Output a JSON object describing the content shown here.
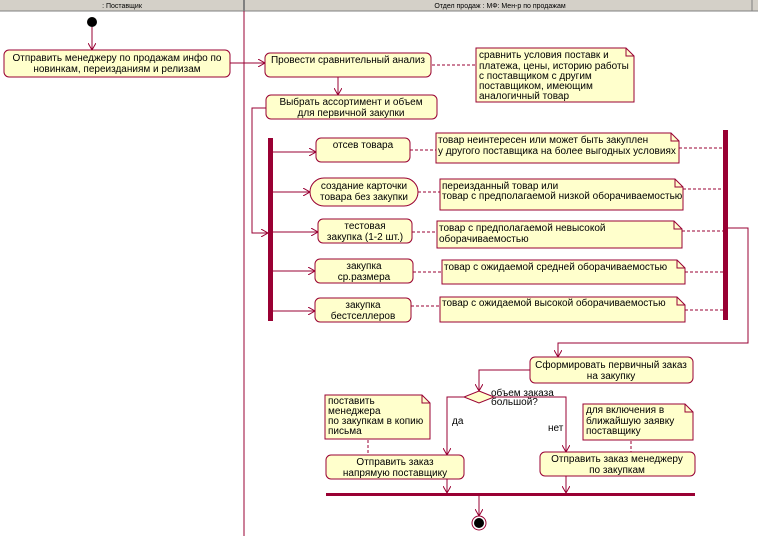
{
  "swimlanes": [
    {
      "label": ": Поставщик"
    },
    {
      "label": "Отдел продаж : МФ: Мен-р по продажам"
    }
  ],
  "colors": {
    "line": "#990033",
    "fill": "#ffffcc",
    "header": "#d4d0c8"
  },
  "activities": {
    "send_info": [
      "Отправить менеджеру по продажам инфо по",
      "новинкам, переизданиям и релизам"
    ],
    "analysis": [
      "Провести сравнительный анализ"
    ],
    "choose": [
      "Выбрать ассортимент и объем",
      "для первичной закупки"
    ],
    "screen": [
      "отсев товара"
    ],
    "card": [
      "создание карточки",
      "товара без закупки"
    ],
    "test": [
      "тестовая",
      "закупка (1-2 шт.)"
    ],
    "medium": [
      "закупка",
      "ср.размера"
    ],
    "best": [
      "закупка",
      "бестселлеров"
    ],
    "form": [
      "Сформировать первичный заказ",
      "на закупку"
    ],
    "direct": [
      "Отправить заказ",
      "напрямую поставщику"
    ],
    "to_manager": [
      "Отправить заказ менеджеру",
      "по закупкам"
    ]
  },
  "notes": {
    "analysis": [
      "сравнить условия поставк и",
      "платежа, цены, историю работы",
      "с поставщиком с другим",
      "поставщиком, имеющим",
      "аналогичный товар"
    ],
    "screen": [
      "товар неинтересен или может быть закуплен",
      "у другого поставщика на более выгодных условиях"
    ],
    "card": [
      "переизданный товар или",
      "товар с предполагаемой низкой оборачиваемостью"
    ],
    "test": [
      "товар с предполагаемой невысокой",
      "оборачиваемостью"
    ],
    "medium": [
      "товар с ожидаемой средней оборачиваемостью"
    ],
    "best": [
      "товар с ожидаемой высокой оборачиваемостью"
    ],
    "direct": [
      "поставить",
      "менеджера",
      "по закупкам в копию",
      "письма"
    ],
    "to_manager": [
      "для включения в",
      "ближайшую заявку",
      "поставщику"
    ]
  },
  "decision": {
    "label": [
      "объем заказа",
      "большой?"
    ],
    "yes": "да",
    "no": "нет"
  }
}
